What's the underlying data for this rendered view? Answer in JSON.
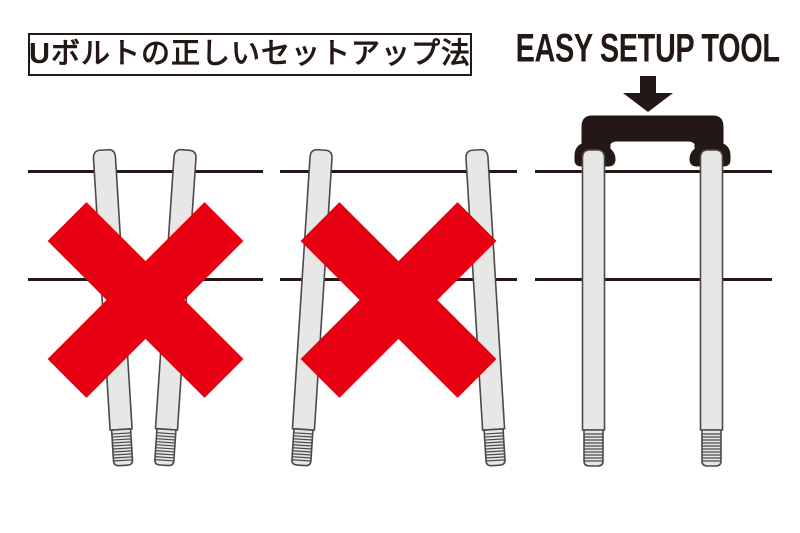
{
  "title": {
    "text": "Uボルトの正しいセットアップ法"
  },
  "tool": {
    "label": "EASY SETUP TOOL"
  },
  "colors": {
    "ink": "#231815",
    "red": "#e60012",
    "bolt_fill": "#e7e7e6",
    "bolt_stroke": "#4c4948",
    "white": "#ffffff"
  },
  "diagrams": [
    {
      "name": "u-bolt-splayed-outward-at-bottom",
      "verdict": "incorrect",
      "marker": "red-x"
    },
    {
      "name": "u-bolt-splayed-inward-at-bottom",
      "verdict": "incorrect",
      "marker": "red-x"
    },
    {
      "name": "u-bolt-parallel-with-easy-setup-tool",
      "verdict": "correct",
      "marker": "easy-setup-tool"
    }
  ]
}
